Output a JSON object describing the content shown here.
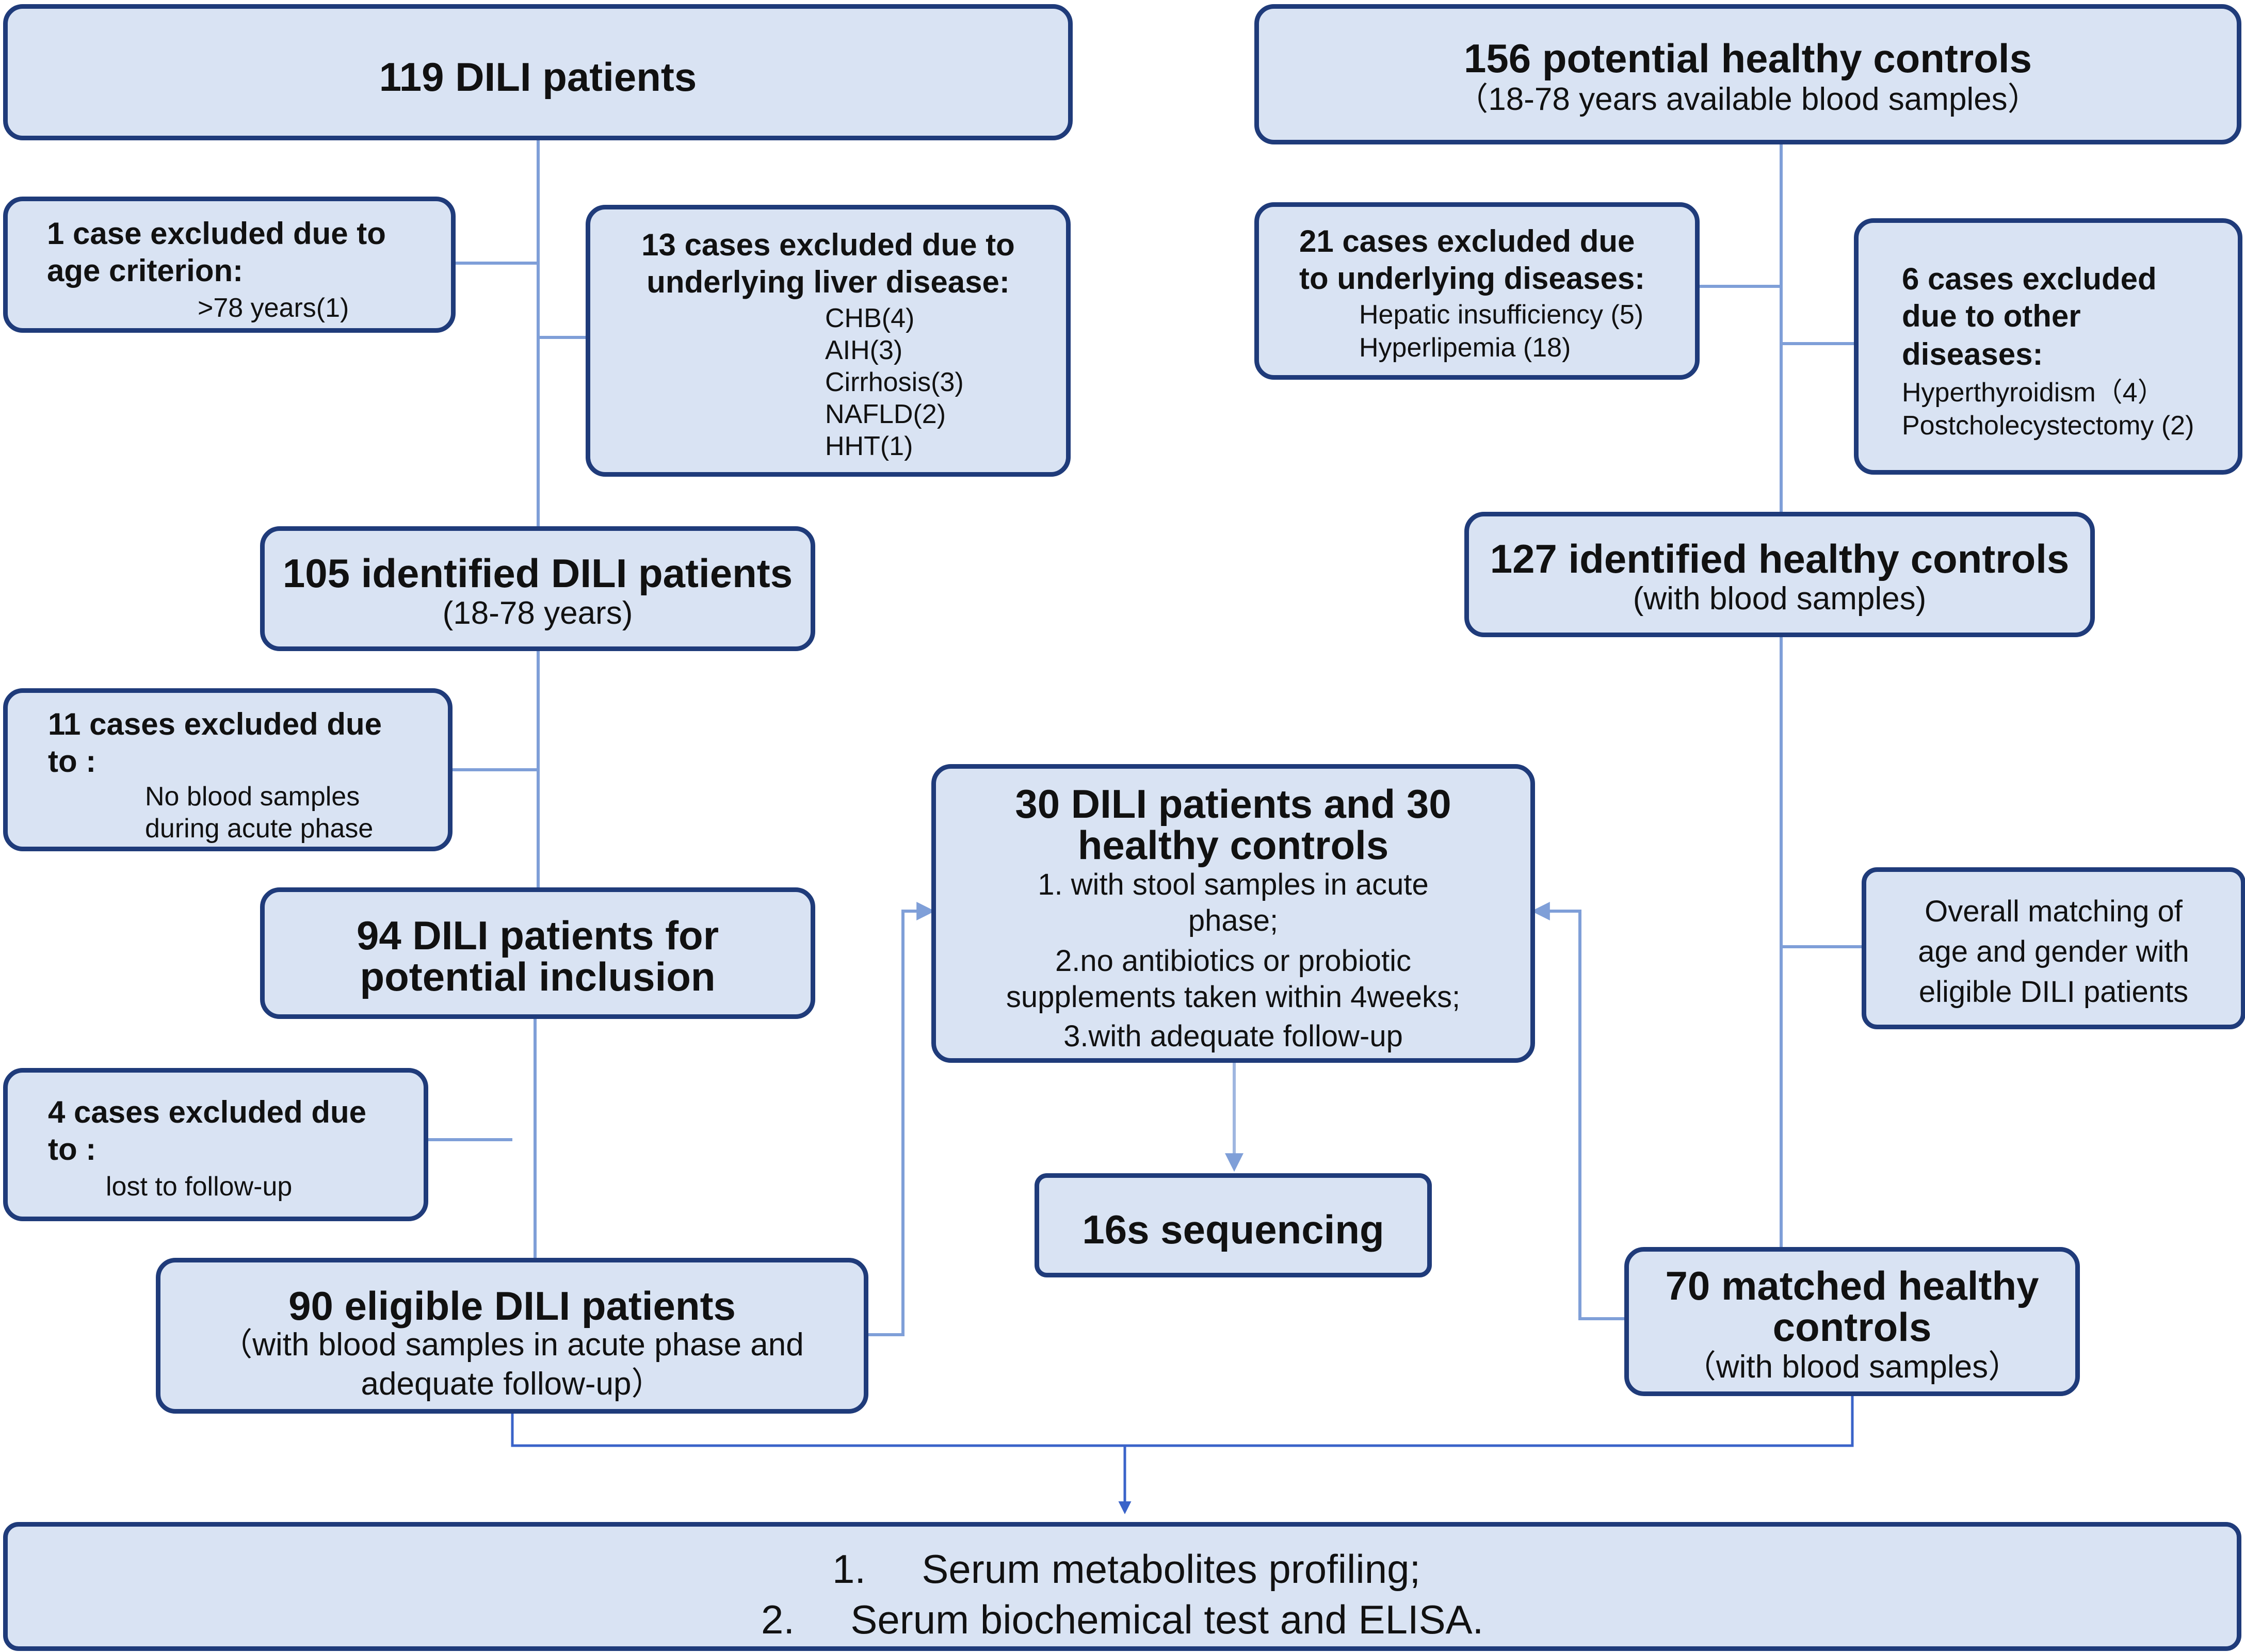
{
  "diagram": {
    "dili_top": {
      "title": "119 DILI patients"
    },
    "hc_top": {
      "title": "156 potential healthy controls",
      "sub": "（18-78 years available blood samples）"
    },
    "excl_age": {
      "head1": "1 case excluded due to",
      "head2": "age criterion:",
      "item": ">78 years(1)"
    },
    "excl_liver": {
      "head1": "13 cases excluded due to",
      "head2": "underlying liver disease:",
      "items": [
        "CHB(4)",
        "AIH(3)",
        "Cirrhosis(3)",
        "NAFLD(2)",
        "HHT(1)"
      ]
    },
    "excl_hc_underlying": {
      "head1": "21 cases excluded due",
      "head2": "to underlying diseases:",
      "items": [
        "Hepatic insufficiency (5)",
        "Hyperlipemia (18)"
      ]
    },
    "excl_hc_other": {
      "head1": "6 cases excluded",
      "head2": "due to other",
      "head3": "diseases:",
      "items": [
        "Hyperthyroidism（4）",
        "Postcholecystectomy (2)"
      ]
    },
    "dili_105": {
      "title": "105 identified DILI patients",
      "sub": "(18-78 years)"
    },
    "hc_127": {
      "title": "127 identified healthy controls",
      "sub": "(with blood samples)"
    },
    "excl_blood": {
      "head1": "11 cases excluded due",
      "head2": "to :",
      "item1": "No blood samples",
      "item2": "during acute phase"
    },
    "center": {
      "title1": "30 DILI patients and 30",
      "title2": "healthy controls",
      "line1": "1. with stool samples in acute",
      "line2": "phase;",
      "line3": "2.no antibiotics or probiotic",
      "line4": "supplements taken within 4weeks;",
      "line5": "3.with adequate follow-up"
    },
    "dili_94": {
      "title1": "94 DILI patients for",
      "title2": "potential inclusion"
    },
    "matching": {
      "line1": "Overall matching of",
      "line2": "age and gender with",
      "line3": "eligible DILI patients"
    },
    "excl_followup": {
      "head1": "4 cases excluded due",
      "head2": "to :",
      "item": "lost to follow-up"
    },
    "seq": {
      "title": "16s sequencing"
    },
    "dili_90": {
      "title": "90 eligible DILI patients",
      "sub1": "（with blood samples in acute phase and",
      "sub2": "adequate follow-up）"
    },
    "hc_70": {
      "title1": "70 matched healthy",
      "title2": "controls",
      "sub": "（with blood samples）"
    },
    "bottom": {
      "line1": "1.     Serum metabolites profiling;",
      "line2": "2.     Serum biochemical test and ELISA."
    }
  }
}
